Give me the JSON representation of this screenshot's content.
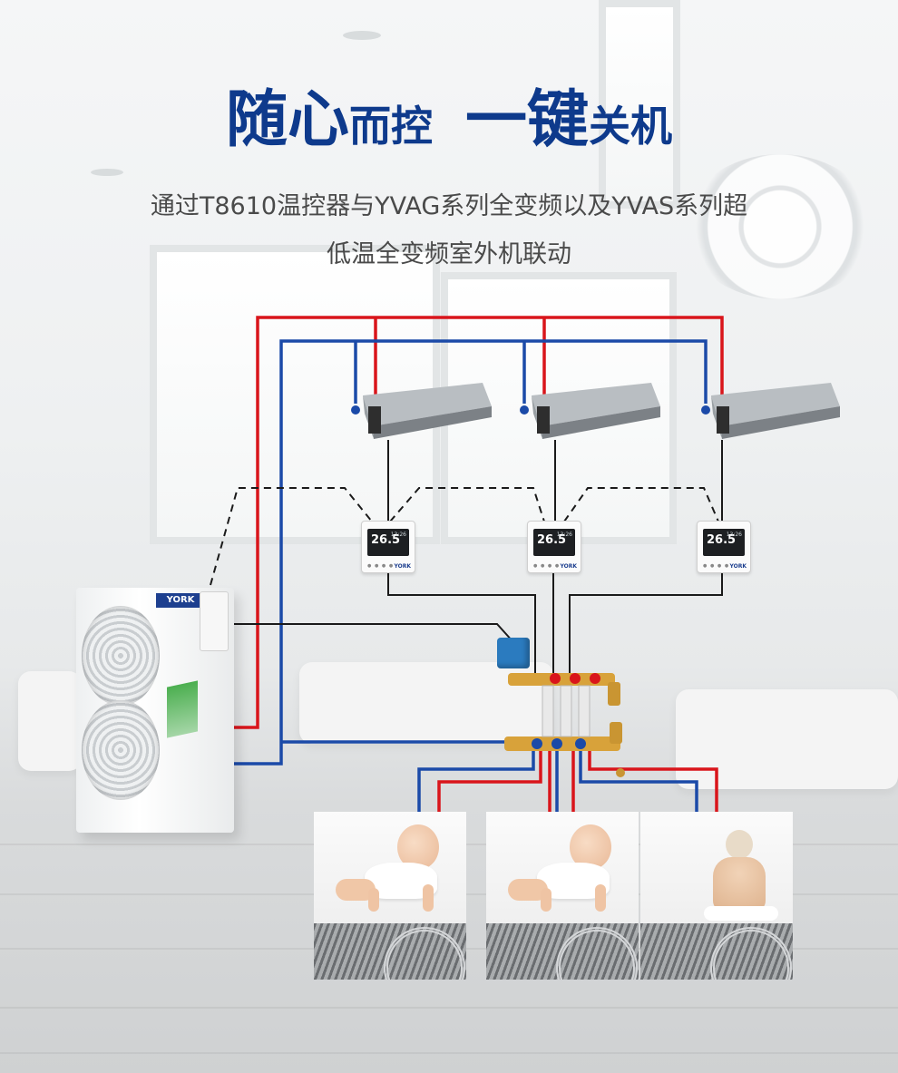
{
  "title": {
    "part1_big": "随心",
    "part1_small": "而控",
    "part2_big": "一键",
    "part2_small": "关机"
  },
  "subtitle": {
    "line1": "通过T8610温控器与YVAG系列全变频以及YVAS系列超",
    "line2": "低温全变频室外机联动"
  },
  "outdoor_unit": {
    "brand": "YORK"
  },
  "thermostats": [
    {
      "temp": "26.5",
      "clock": "13:26",
      "brand": "YORK"
    },
    {
      "temp": "26.5",
      "clock": "13:26",
      "brand": "YORK"
    },
    {
      "temp": "26.5",
      "clock": "13:26",
      "brand": "YORK"
    }
  ],
  "colors": {
    "title": "#0e3a8c",
    "hot_pipe": "#d9151b",
    "cold_pipe": "#1b4aa8",
    "signal_line": "#1a1a1a"
  },
  "rooms": [
    "baby-crawling",
    "baby-crawling",
    "woman-seated"
  ]
}
